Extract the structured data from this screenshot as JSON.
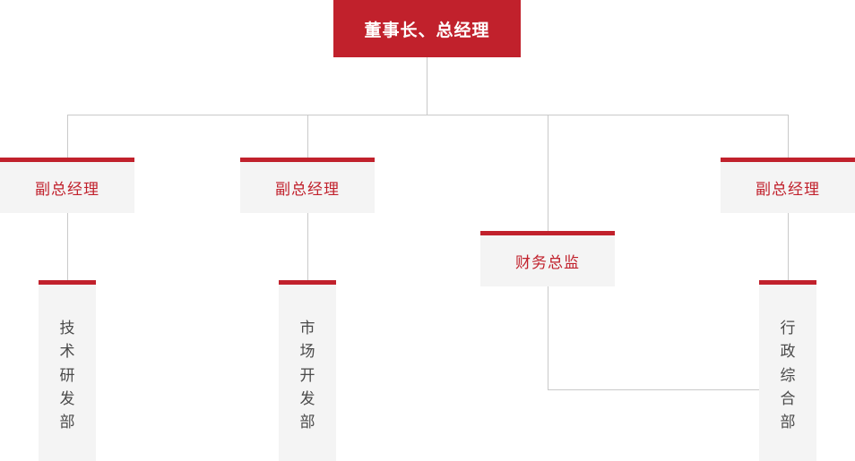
{
  "chart": {
    "title_root": "董事长、总经理",
    "colors": {
      "accent_red": "#c1212c",
      "box_bg": "#f4f4f4",
      "line_gray": "#c9c9c9",
      "dept_text": "#4a4a4a",
      "root_text": "#ffffff"
    }
  },
  "root": {
    "label": "董事长、总经理"
  },
  "level2": [
    {
      "label": "副总经理"
    },
    {
      "label": "副总经理"
    },
    {
      "label": "财务总监"
    },
    {
      "label": "副总经理"
    }
  ],
  "departments": [
    {
      "label": "技术研发部",
      "chars": [
        "技",
        "术",
        "研",
        "发",
        "部"
      ]
    },
    {
      "label": "市场开发部",
      "chars": [
        "市",
        "场",
        "开",
        "发",
        "部"
      ]
    },
    {
      "label": "行政综合部",
      "chars": [
        "行",
        "政",
        "综",
        "合",
        "部"
      ]
    }
  ]
}
